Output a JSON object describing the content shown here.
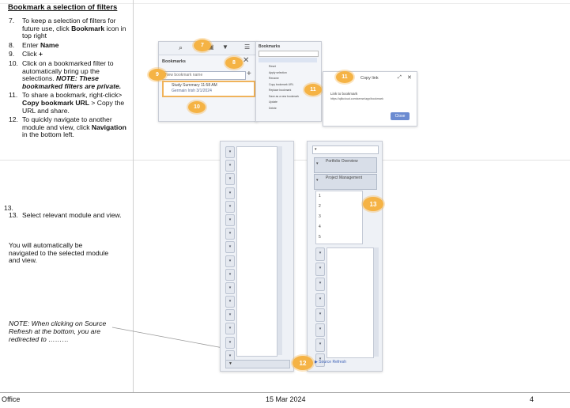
{
  "doc": {
    "title": "Bookmark a selection of filters",
    "steps": [
      {
        "num": "7.",
        "text": "To keep a selection of filters for future use, click ",
        "bold": "Bookmark",
        "after": " icon in top right"
      },
      {
        "num": "8.",
        "text": "Enter ",
        "bold": "Name",
        "after": ""
      },
      {
        "num": "9.",
        "text": "Click ",
        "bold": "+",
        "after": ""
      },
      {
        "num": "10.",
        "text": "Click on a bookmarked filter to automatically bring up the selections. ",
        "bold": "",
        "after": "",
        "italic": "NOTE: These bookmarked filters are private."
      },
      {
        "num": "11.",
        "text": "To share a bookmark, right-click> ",
        "bold": "Copy bookmark URL",
        "after": " > Copy the URL and share."
      },
      {
        "num": "12.",
        "text": "To quickly navigate to another module and view, click ",
        "bold": "Navigation",
        "after": " in the bottom left."
      },
      {
        "num": "13.",
        "text": "",
        "bold": "",
        "after": ""
      },
      {
        "num": "13.",
        "text": "Select relevant module and view.",
        "bold": "",
        "after": ""
      }
    ],
    "auto_nav": "You will automatically be navigated to the selected module and view.",
    "note": "NOTE: When clicking on Source Refresh at the bottom, you are redirected to ………"
  },
  "screens": {
    "bookmarks_panel": {
      "title": "Bookmarks",
      "name_placeholder": "New bookmark name",
      "item_name": "Study Summary 11:58 AM",
      "item_date": "Germain Irish 3/1/2024",
      "badges": [
        "7",
        "8",
        "9",
        "10"
      ]
    },
    "context_menu": {
      "title": "Bookmarks",
      "items": [
        "Reset",
        "Apply selection",
        "Rename",
        "Copy bookmark URL",
        "Replace bookmark",
        "Save as a new bookmark",
        "Update",
        "Delete"
      ],
      "badge": "11"
    },
    "copy_link": {
      "title": "Copy link",
      "label": "Link to bookmark",
      "url": "https://qlikcloud.com/sense/app/bookmark",
      "button": "Close",
      "badge": "11"
    },
    "navigation": {
      "badge_12": "12",
      "badge_13": "13",
      "portfolio": "Portfolio Overview",
      "project": "Project Management",
      "source_refresh": "Source Refresh",
      "list_numbers": [
        "1",
        "2",
        "3",
        "4",
        "5"
      ]
    }
  },
  "footer": {
    "left": "Office",
    "center": "15 Mar 2024",
    "right": "4"
  }
}
